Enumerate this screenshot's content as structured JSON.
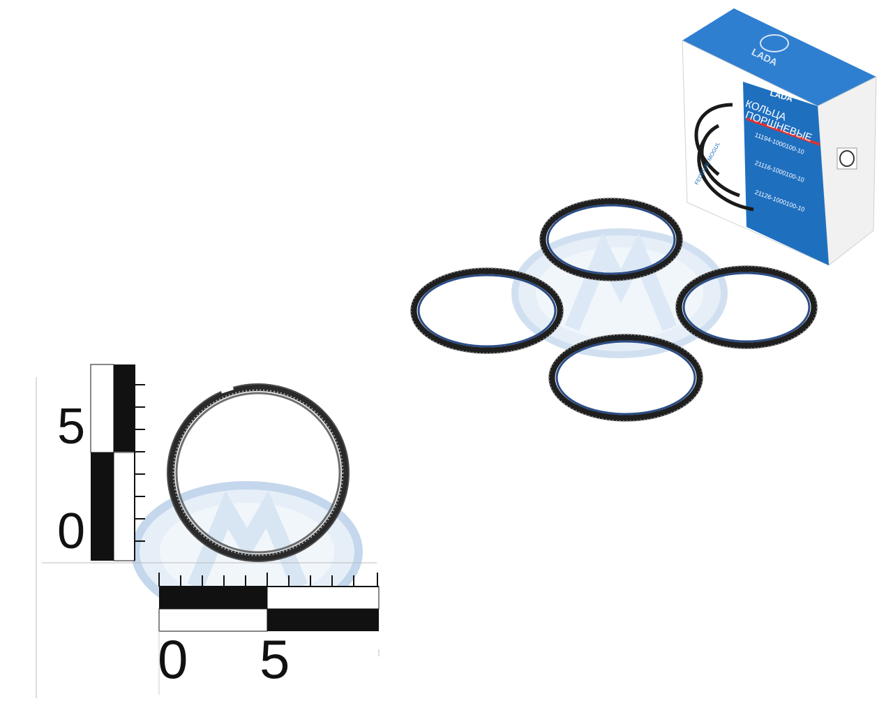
{
  "scale": {
    "vertical_labels": [
      "5",
      "0"
    ],
    "horizontal_labels": [
      "0",
      "5"
    ]
  },
  "watermark": {
    "text": "AM",
    "color": "#8fb4dc"
  },
  "package": {
    "brand_top": "LADA",
    "brand_label": "LADA",
    "title_line1": "КОЛЬЦА",
    "title_line2": "ПОРШНЕВЫЕ",
    "part_numbers": [
      "11194-1000100-10",
      "21116-1000100-10",
      "21126-1000100-10"
    ],
    "maker": "FEDERAL MOGUL",
    "box_color": "#1f6fbf"
  },
  "product": {
    "name": "piston rings set",
    "ring_count": 4
  }
}
